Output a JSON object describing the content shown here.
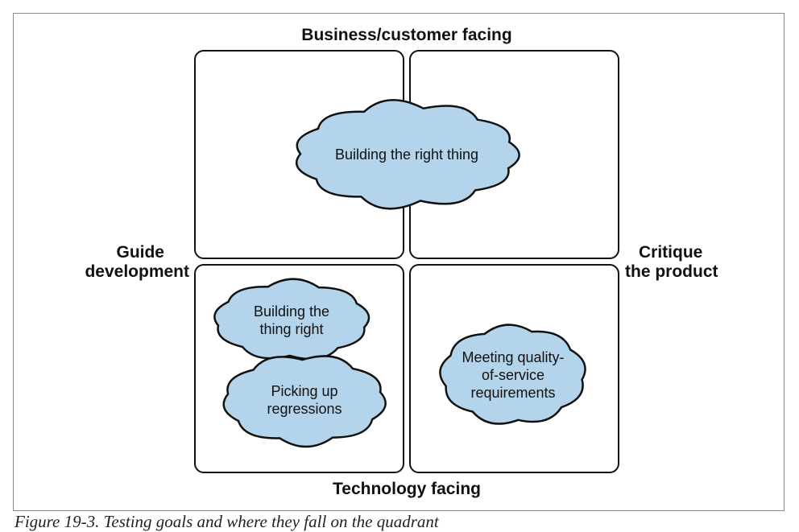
{
  "axes": {
    "top": "Business/customer facing",
    "bottom": "Technology facing",
    "left": [
      "Guide",
      "development"
    ],
    "right": [
      "Critique",
      "the product"
    ]
  },
  "clouds": [
    {
      "id": "building-right-thing",
      "lines": [
        "Building the right thing"
      ]
    },
    {
      "id": "building-thing-right",
      "lines": [
        "Building the",
        "thing right"
      ]
    },
    {
      "id": "picking-up-regressions",
      "lines": [
        "Picking up",
        "regressions"
      ]
    },
    {
      "id": "quality-of-service",
      "lines": [
        "Meeting quality-",
        "of-service",
        "requirements"
      ]
    }
  ],
  "caption": "Figure 19-3. Testing goals and where they fall on the quadrant"
}
